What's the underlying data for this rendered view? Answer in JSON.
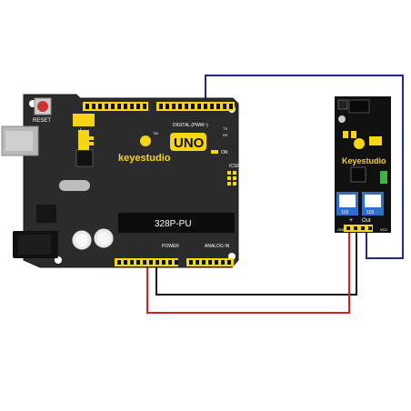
{
  "board": {
    "reset_label": "RESET",
    "brand": "keyestudio",
    "model": "UNO",
    "chip": "328P-PU",
    "digital_label": "DIGITAL (PWM~)",
    "on_label": "ON",
    "icsp_label": "ICSP",
    "power_label": "POWER",
    "analog_label": "ANALOG IN",
    "tx_label": "TX",
    "rx_label": "RX",
    "l_label": "L",
    "tm_label": "TM"
  },
  "module": {
    "brand": "Keyestudio",
    "pot_left": "103",
    "pot_right": "103",
    "out_label": "Out",
    "gnd_label": "GND",
    "vcc_label": "VCC",
    "plus_label": "+",
    "minus_label": "-"
  },
  "wires": {
    "signal_color": "#1f2a8c",
    "gnd_color": "#111111",
    "vcc_color": "#d61f1f"
  },
  "colors": {
    "board": "#2b2b2b",
    "accent": "#f5d614",
    "header": "#111111"
  }
}
